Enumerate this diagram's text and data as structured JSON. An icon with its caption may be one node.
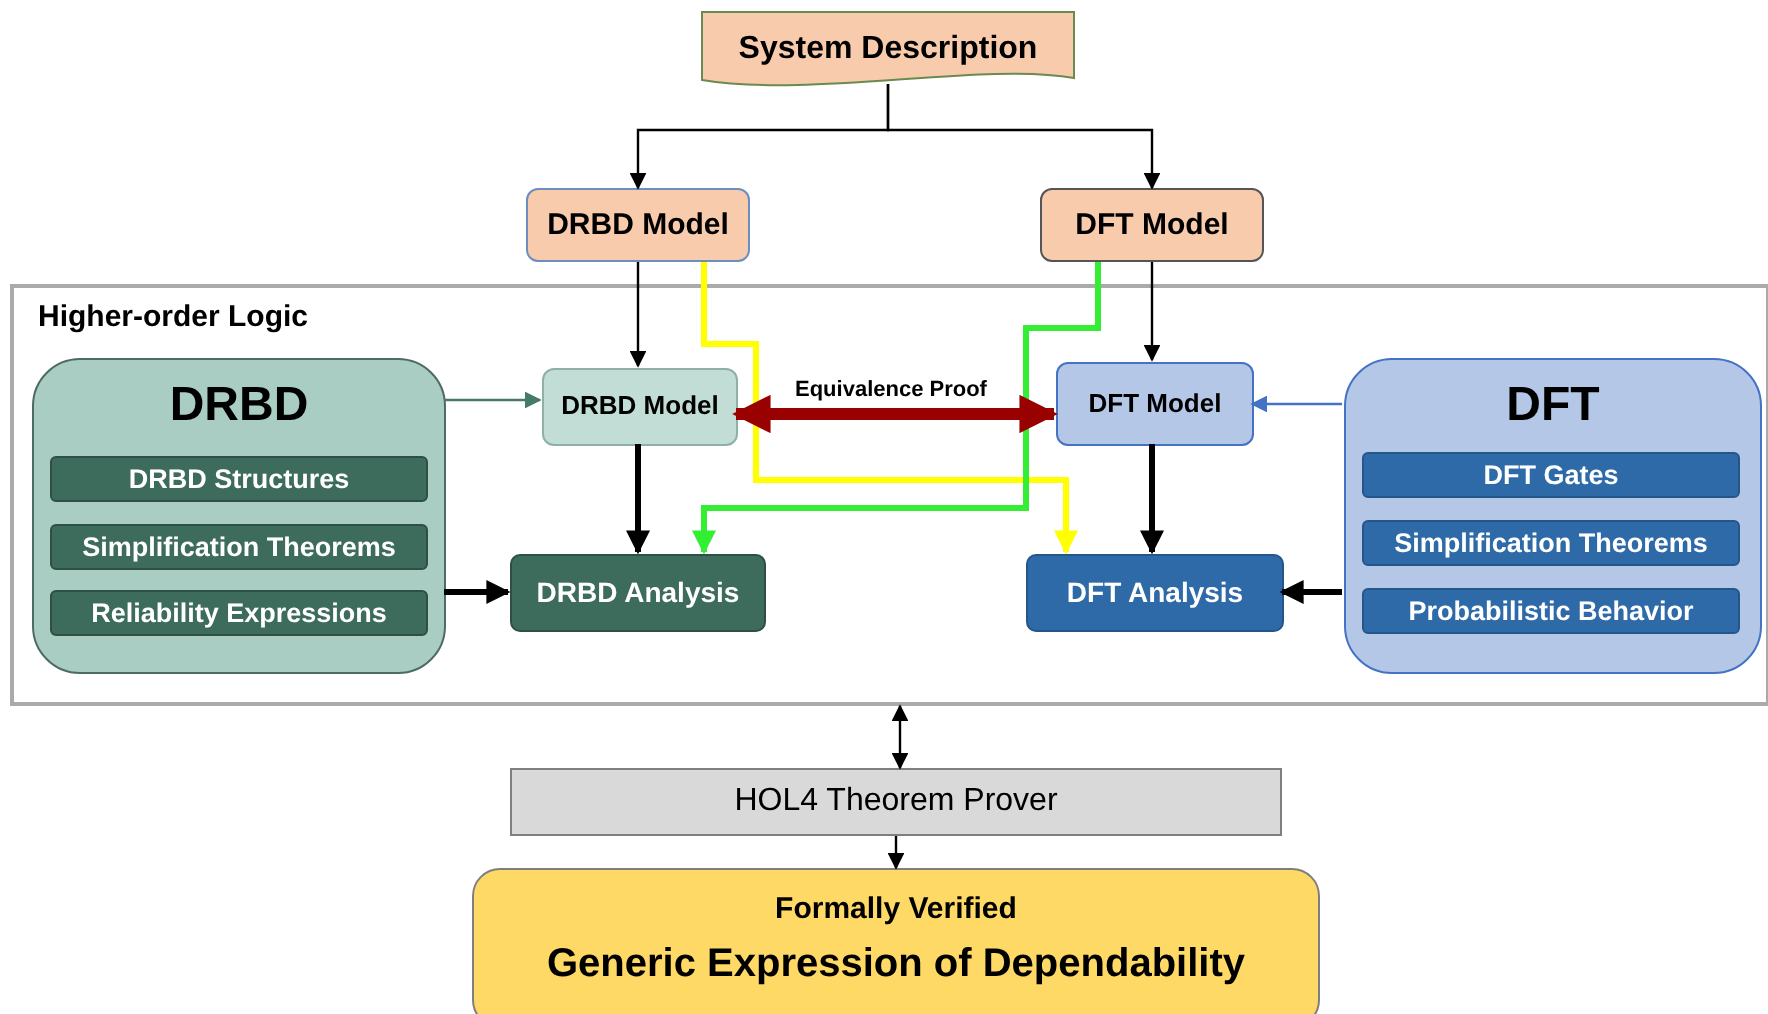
{
  "diagram": {
    "nodes": [
      {
        "text": [
          "System Description"
        ]
      },
      {
        "text": [
          "DRBD Model"
        ]
      },
      {
        "text": [
          "DFT Model"
        ]
      },
      {
        "text": [
          "Higher-order Logic"
        ]
      },
      {
        "text": [
          "DRBD"
        ],
        "in": 3
      },
      {
        "text": [
          "DRBD Structures"
        ],
        "in": 4
      },
      {
        "text": [
          "Simplification Theorems"
        ],
        "in": 4
      },
      {
        "text": [
          "Reliability Expressions"
        ],
        "in": 4
      },
      {
        "text": [
          "DRBD Model"
        ],
        "in": 3
      },
      {
        "text": [
          "DRBD Analysis"
        ],
        "in": 3
      },
      {
        "text": [
          "DFT Model"
        ],
        "in": 3
      },
      {
        "text": [
          "DFT Analysis"
        ],
        "in": 3
      },
      {
        "text": [
          "DFT"
        ],
        "in": 3
      },
      {
        "text": [
          "DFT Gates"
        ],
        "in": 12
      },
      {
        "text": [
          "Simplification Theorems"
        ],
        "in": 12
      },
      {
        "text": [
          "Probabilistic Behavior"
        ],
        "in": 12
      },
      {
        "text": [
          "HOL4 Theorem Prover"
        ]
      },
      {
        "text": [
          "Formally Verified",
          "Generic Expression of Dependability"
        ]
      }
    ],
    "edges": [
      {
        "from": 0,
        "to": 1,
        "arrow": "to"
      },
      {
        "from": 0,
        "to": 2,
        "arrow": "to"
      },
      {
        "from": 1,
        "to": 8,
        "arrow": "to"
      },
      {
        "from": 2,
        "to": 10,
        "arrow": "to"
      },
      {
        "from": 1,
        "to": 11,
        "arrow": "to",
        "style": "thick",
        "color": "#ffff00"
      },
      {
        "from": 2,
        "to": 9,
        "arrow": "to",
        "style": "thick",
        "color": "#33ee33"
      },
      {
        "from": 8,
        "to": 10,
        "arrow": "both",
        "label": "Equivalence Proof",
        "style": "thick",
        "color": "#990000"
      },
      {
        "from": 4,
        "to": 8,
        "arrow": "to",
        "color": "#44796b"
      },
      {
        "from": 12,
        "to": 10,
        "arrow": "to",
        "color": "#4472c4"
      },
      {
        "from": 8,
        "to": 9,
        "arrow": "to",
        "style": "thick"
      },
      {
        "from": 4,
        "to": 9,
        "arrow": "to",
        "style": "thick"
      },
      {
        "from": 10,
        "to": 11,
        "arrow": "to",
        "style": "thick"
      },
      {
        "from": 12,
        "to": 11,
        "arrow": "to",
        "style": "thick"
      },
      {
        "from": 3,
        "to": 16,
        "arrow": "both"
      },
      {
        "from": 16,
        "to": 17,
        "arrow": "to"
      }
    ]
  }
}
